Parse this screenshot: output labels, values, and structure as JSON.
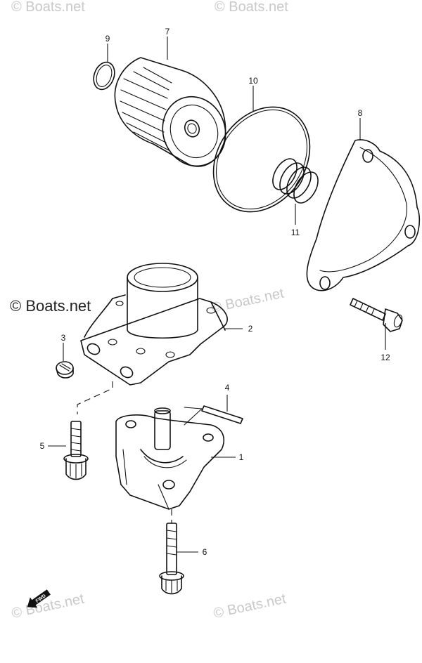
{
  "copyright_text": "© Boats.net",
  "watermark_text": "© Boats.net",
  "fwd_label": "FWD",
  "callouts": {
    "c1": "1",
    "c2": "2",
    "c3": "3",
    "c4": "4",
    "c5": "5",
    "c6": "6",
    "c7": "7",
    "c8": "8",
    "c9": "9",
    "c10": "10",
    "c11": "11",
    "c12": "12"
  },
  "colors": {
    "line": "#111111",
    "watermark": "#c9c9c9",
    "background": "#ffffff"
  }
}
